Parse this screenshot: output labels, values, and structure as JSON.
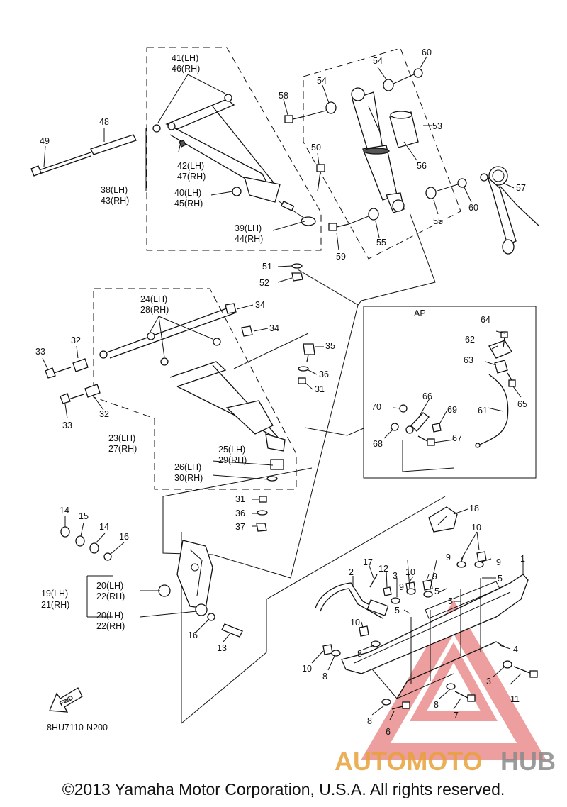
{
  "diagram": {
    "code": "8HU7110-N200",
    "ap_box_label": "AP",
    "fwd_label": "FWD",
    "watermark": {
      "word_a": "AUTOMOTO",
      "word_b": "HUB"
    },
    "callouts": {
      "c1": "1",
      "c2": "2",
      "c3a": "3",
      "c3b": "3",
      "c4": "4",
      "c5a": "5",
      "c5b": "5",
      "c5c": "5",
      "c5d": "5",
      "c6": "6",
      "c7": "7",
      "c8a": "8",
      "c8b": "8",
      "c8c": "8",
      "c8d": "8",
      "c9a": "9",
      "c9b": "9",
      "c9c": "9",
      "c9d": "9",
      "c10a": "10",
      "c10b": "10",
      "c10c": "10",
      "c10d": "10",
      "c11": "11",
      "c12": "12",
      "c13": "13",
      "c14a": "14",
      "c14b": "14",
      "c15": "15",
      "c16a": "16",
      "c16b": "16",
      "c17": "17",
      "c18": "18",
      "c19": "19(LH)",
      "c21": "21(RH)",
      "c20a": "20(LH)",
      "c22a": "22(RH)",
      "c20b": "20(LH)",
      "c22b": "22(RH)",
      "c23": "23(LH)",
      "c27": "27(RH)",
      "c24": "24(LH)",
      "c28": "28(RH)",
      "c25": "25(LH)",
      "c29": "29(RH)",
      "c26": "26(LH)",
      "c30": "30(RH)",
      "c31a": "31",
      "c31b": "31",
      "c32a": "32",
      "c32b": "32",
      "c33a": "33",
      "c33b": "33",
      "c34a": "34",
      "c34b": "34",
      "c35": "35",
      "c36a": "36",
      "c36b": "36",
      "c37": "37",
      "c38": "38(LH)",
      "c43": "43(RH)",
      "c39": "39(LH)",
      "c44": "44(RH)",
      "c40": "40(LH)",
      "c45": "45(RH)",
      "c41": "41(LH)",
      "c46": "46(RH)",
      "c42": "42(LH)",
      "c47": "47(RH)",
      "c48": "48",
      "c49": "49",
      "c50": "50",
      "c51": "51",
      "c52": "52",
      "c53": "53",
      "c54a": "54",
      "c54b": "54",
      "c55a": "55",
      "c55b": "55",
      "c56": "56",
      "c57": "57",
      "c58": "58",
      "c59": "59",
      "c60a": "60",
      "c60b": "60",
      "c61": "61",
      "c62": "62",
      "c63": "63",
      "c64": "64",
      "c65": "65",
      "c66": "66",
      "c67": "67",
      "c68": "68",
      "c69": "69",
      "c70": "70"
    }
  },
  "footer": {
    "copyright": "©2013 Yamaha Motor Corporation, U.S.A. All rights reserved."
  }
}
